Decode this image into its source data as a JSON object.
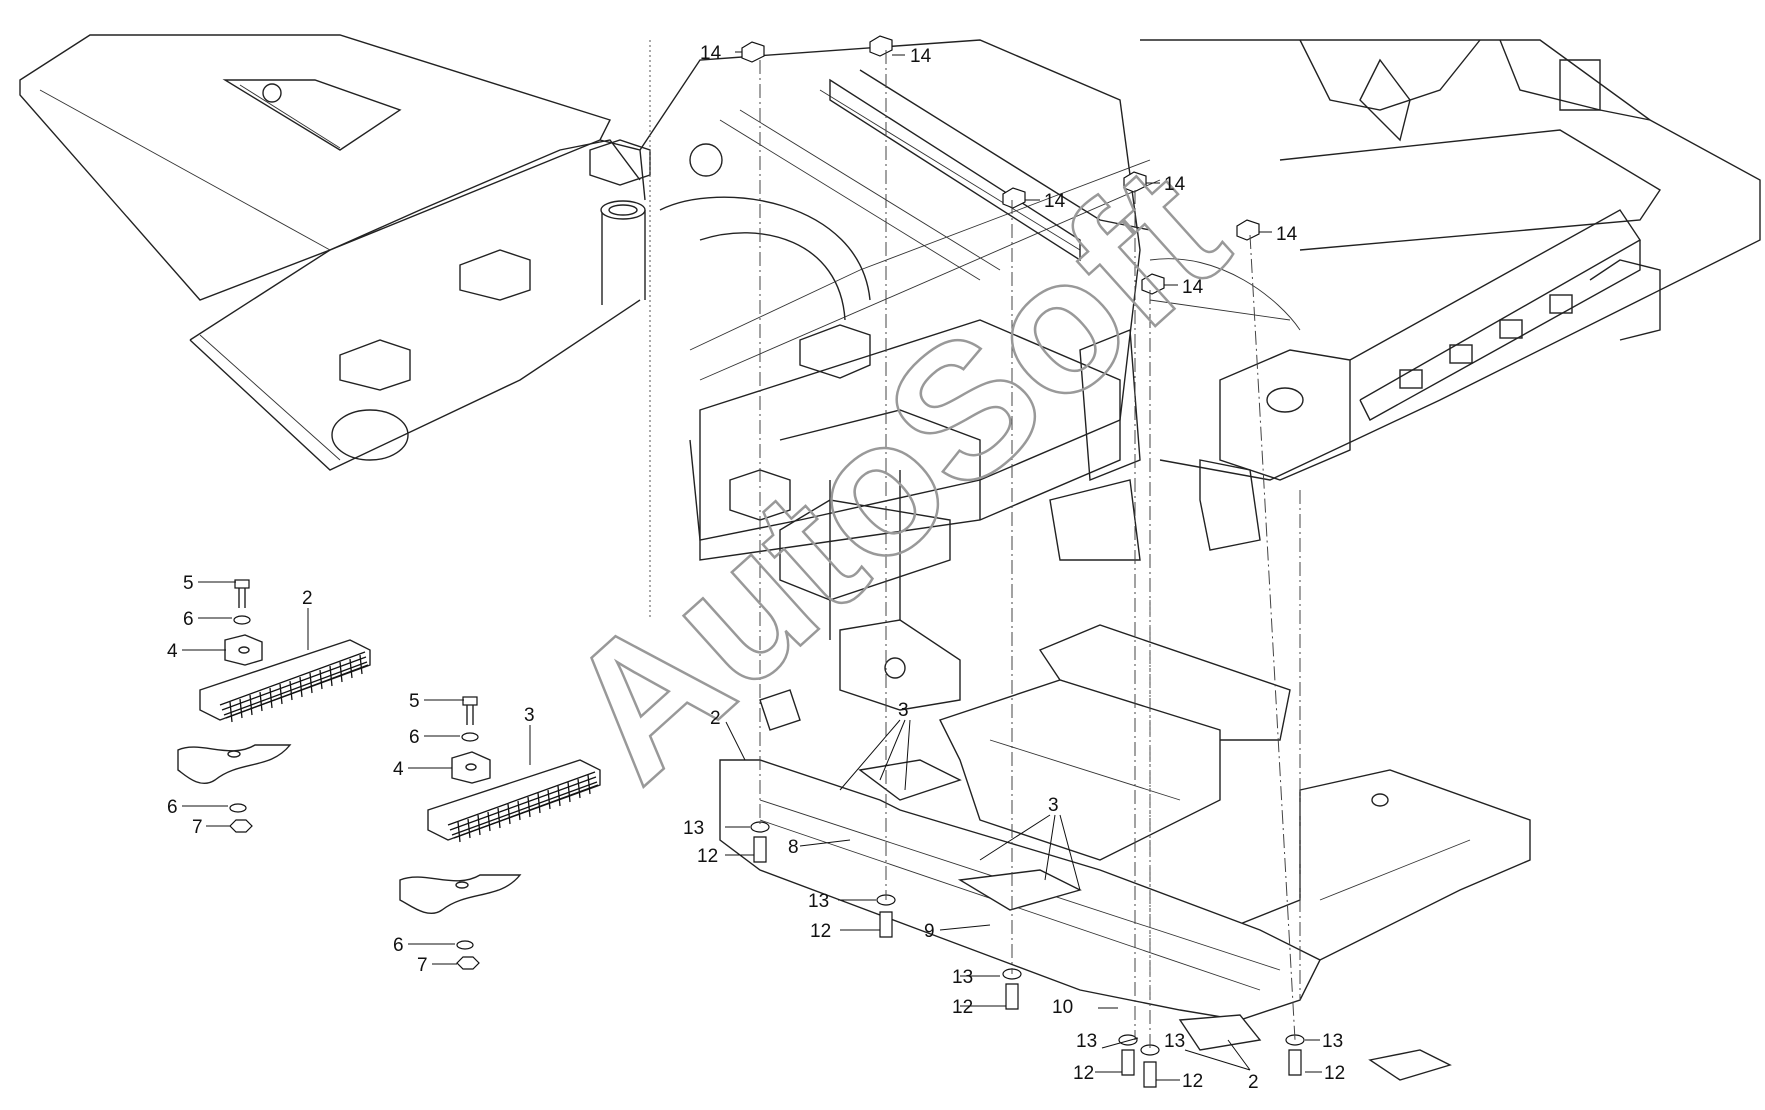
{
  "watermark": "AutoSoft",
  "callouts": [
    {
      "id": "c14a",
      "label": "14"
    },
    {
      "id": "c14b",
      "label": "14"
    },
    {
      "id": "c14c",
      "label": "14"
    },
    {
      "id": "c14d",
      "label": "14"
    },
    {
      "id": "c14e",
      "label": "14"
    },
    {
      "id": "c14f",
      "label": "14"
    },
    {
      "id": "c5a",
      "label": "5"
    },
    {
      "id": "c6a",
      "label": "6"
    },
    {
      "id": "c4a",
      "label": "4"
    },
    {
      "id": "c2a",
      "label": "2"
    },
    {
      "id": "c6b",
      "label": "6"
    },
    {
      "id": "c7a",
      "label": "7"
    },
    {
      "id": "c5b",
      "label": "5"
    },
    {
      "id": "c6c",
      "label": "6"
    },
    {
      "id": "c4b",
      "label": "4"
    },
    {
      "id": "c3a",
      "label": "3"
    },
    {
      "id": "c6d",
      "label": "6"
    },
    {
      "id": "c7b",
      "label": "7"
    },
    {
      "id": "c2b",
      "label": "2"
    },
    {
      "id": "c3b",
      "label": "3"
    },
    {
      "id": "c3c",
      "label": "3"
    },
    {
      "id": "c13a",
      "label": "13"
    },
    {
      "id": "c12a",
      "label": "12"
    },
    {
      "id": "c8",
      "label": "8"
    },
    {
      "id": "c13b",
      "label": "13"
    },
    {
      "id": "c12b",
      "label": "12"
    },
    {
      "id": "c9",
      "label": "9"
    },
    {
      "id": "c13c",
      "label": "13"
    },
    {
      "id": "c12c",
      "label": "12"
    },
    {
      "id": "c10",
      "label": "10"
    },
    {
      "id": "c13d",
      "label": "13"
    },
    {
      "id": "c13e",
      "label": "13"
    },
    {
      "id": "c13f",
      "label": "13"
    },
    {
      "id": "c12d",
      "label": "12"
    },
    {
      "id": "c12e",
      "label": "12"
    },
    {
      "id": "c2c",
      "label": "2"
    },
    {
      "id": "c12f",
      "label": "12"
    }
  ]
}
